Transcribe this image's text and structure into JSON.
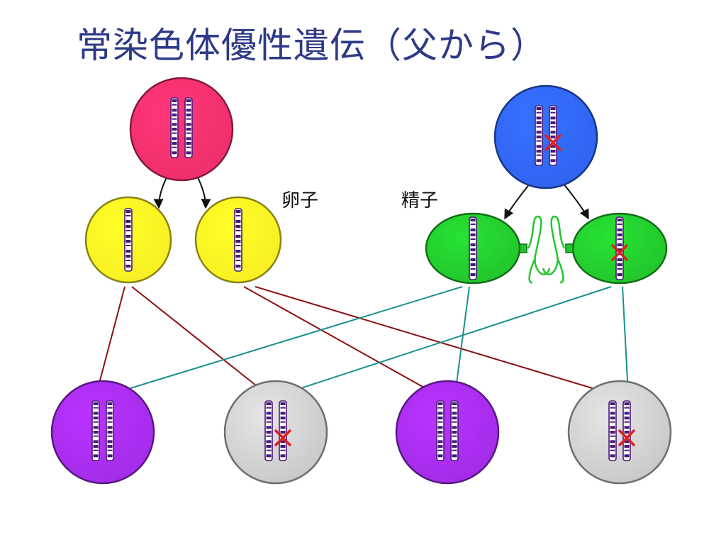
{
  "title": "常染色体優性遺伝（父から）",
  "labels": {
    "egg": "卵子",
    "sperm": "精子"
  },
  "colors": {
    "title": "#2e3a87",
    "mother": "#ee2f6a",
    "father": "#2f63f0",
    "egg": "#f7ee23",
    "sperm": "#22c52c",
    "child_affected": "#a22ce8",
    "child_unaffected": "#c8c8c8",
    "chromosome": "#4a1a78",
    "mutation_mark": "#e02020",
    "maternal_arrow": "#8b1010",
    "paternal_arrow": "#1a8f8f"
  },
  "parents": [
    {
      "role": "mother",
      "mutated_chromosomes": []
    },
    {
      "role": "father",
      "mutated_chromosomes": [
        2
      ]
    }
  ],
  "gametes": {
    "eggs": [
      {
        "mutated": false
      },
      {
        "mutated": false
      }
    ],
    "sperm": [
      {
        "mutated": false
      },
      {
        "mutated": true
      }
    ]
  },
  "children": [
    {
      "status": "affected",
      "mutated": false
    },
    {
      "status": "unaffected",
      "mutated": true
    },
    {
      "status": "affected",
      "mutated": false
    },
    {
      "status": "unaffected",
      "mutated": true
    }
  ]
}
